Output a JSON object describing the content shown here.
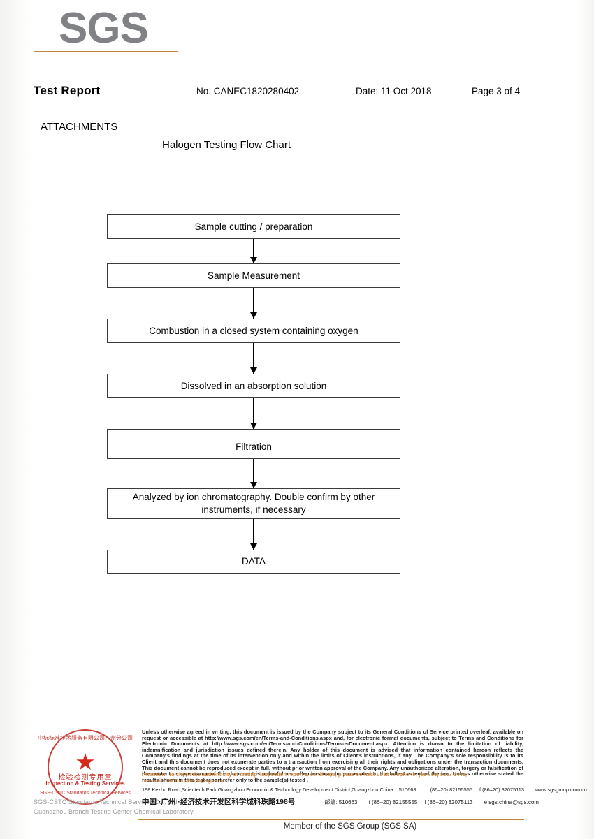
{
  "header": {
    "logo": "SGS",
    "title": "Test Report",
    "report_no": "No. CANEC1820280402",
    "date": "Date: 11 Oct 2018",
    "page": "Page 3 of 4"
  },
  "section": {
    "attachments_label": "ATTACHMENTS",
    "chart_title": "Halogen Testing Flow Chart"
  },
  "flow_chart": {
    "type": "flowchart",
    "orientation": "vertical",
    "steps": [
      {
        "label": "Sample cutting / preparation"
      },
      {
        "label": "Sample Measurement"
      },
      {
        "label": "Combustion in a closed system containing oxygen"
      },
      {
        "label": "Dissolved in an absorption solution"
      },
      {
        "label": "Filtration"
      },
      {
        "label": "Analyzed by ion chromatography. Double confirm by other instruments, if necessary"
      },
      {
        "label": "DATA"
      }
    ]
  },
  "stamp": {
    "arc_top": "中标标准技术服务有限公司广州分公司",
    "star": "★",
    "cn_text": "检验检测专用章",
    "en_text": "Inspection & Testing Services",
    "arc_bottom": "SGS-CSTC Standards Technical Services"
  },
  "lab": {
    "line1": "SGS-CSTC Standards Technical Services Co., Ltd.",
    "line2": "Guangzhou Branch Testing Center Chemical Laboratory."
  },
  "footer": {
    "disclaimer": "Unless otherwise agreed in writing, this document is issued by the Company subject to its General Conditions of Service printed overleaf, available on request or accessible at http://www.sgs.com/en/Terms-and-Conditions.aspx and, for electronic format documents, subject to Terms and Conditions for Electronic Documents at http://www.sgs.com/en/Terms-and-Conditions/Terms-e-Document.aspx. Attention is drawn to the limitation of liability, indemnification and jurisdiction issues defined therein. Any holder of this document is advised that information contained hereon reflects the Company's findings at the time of its intervention only and within the limits of Client's instructions, if any. The Company's sole responsibility is to its Client and this document does not exonerate parties to a transaction from exercising all their rights and obligations under the transaction documents. This document cannot be reproduced except in full, without prior written approval of the Company. Any unauthorized alteration, forgery or falsification of the content or appearance of this document is unlawful and offenders may be prosecuted to the fullest extent of the law. Unless otherwise stated the results shown in this test report refer only to the sample(s) tested .",
    "attention_line1": "Attention: To check the authenticity of testing /inspection report & certificate, please contact us at telephone: (86-755) 8307 1443,",
    "attention_line2": "or email: CN.Doccheck@sgs.com",
    "address_en": "198 Kezhu Road,Scientech Park Guangzhou Economic & Technology Development District,Guangzhou,China",
    "zip_en": "510663",
    "tel_en": "t (86–20) 82155555",
    "fax_en": "f (86–20) 82075113",
    "web_en": "www.sgsgroup.com.cn",
    "address_cn": "中国 ·广州 ·经济技术开发区科学城科珠路198号",
    "zip_label_cn": "邮编: 510663",
    "tel_cn": "t (86–20) 82155555",
    "fax_cn": "f (86–20) 82075113",
    "email_cn": "e sgs.china@sgs.com",
    "member": "Member of the SGS Group (SGS SA)"
  },
  "colors": {
    "accent_orange": "#c8893f",
    "logo_gray": "#808285",
    "stamp_red": "#c3281e",
    "attention_orange": "#d4873c"
  }
}
